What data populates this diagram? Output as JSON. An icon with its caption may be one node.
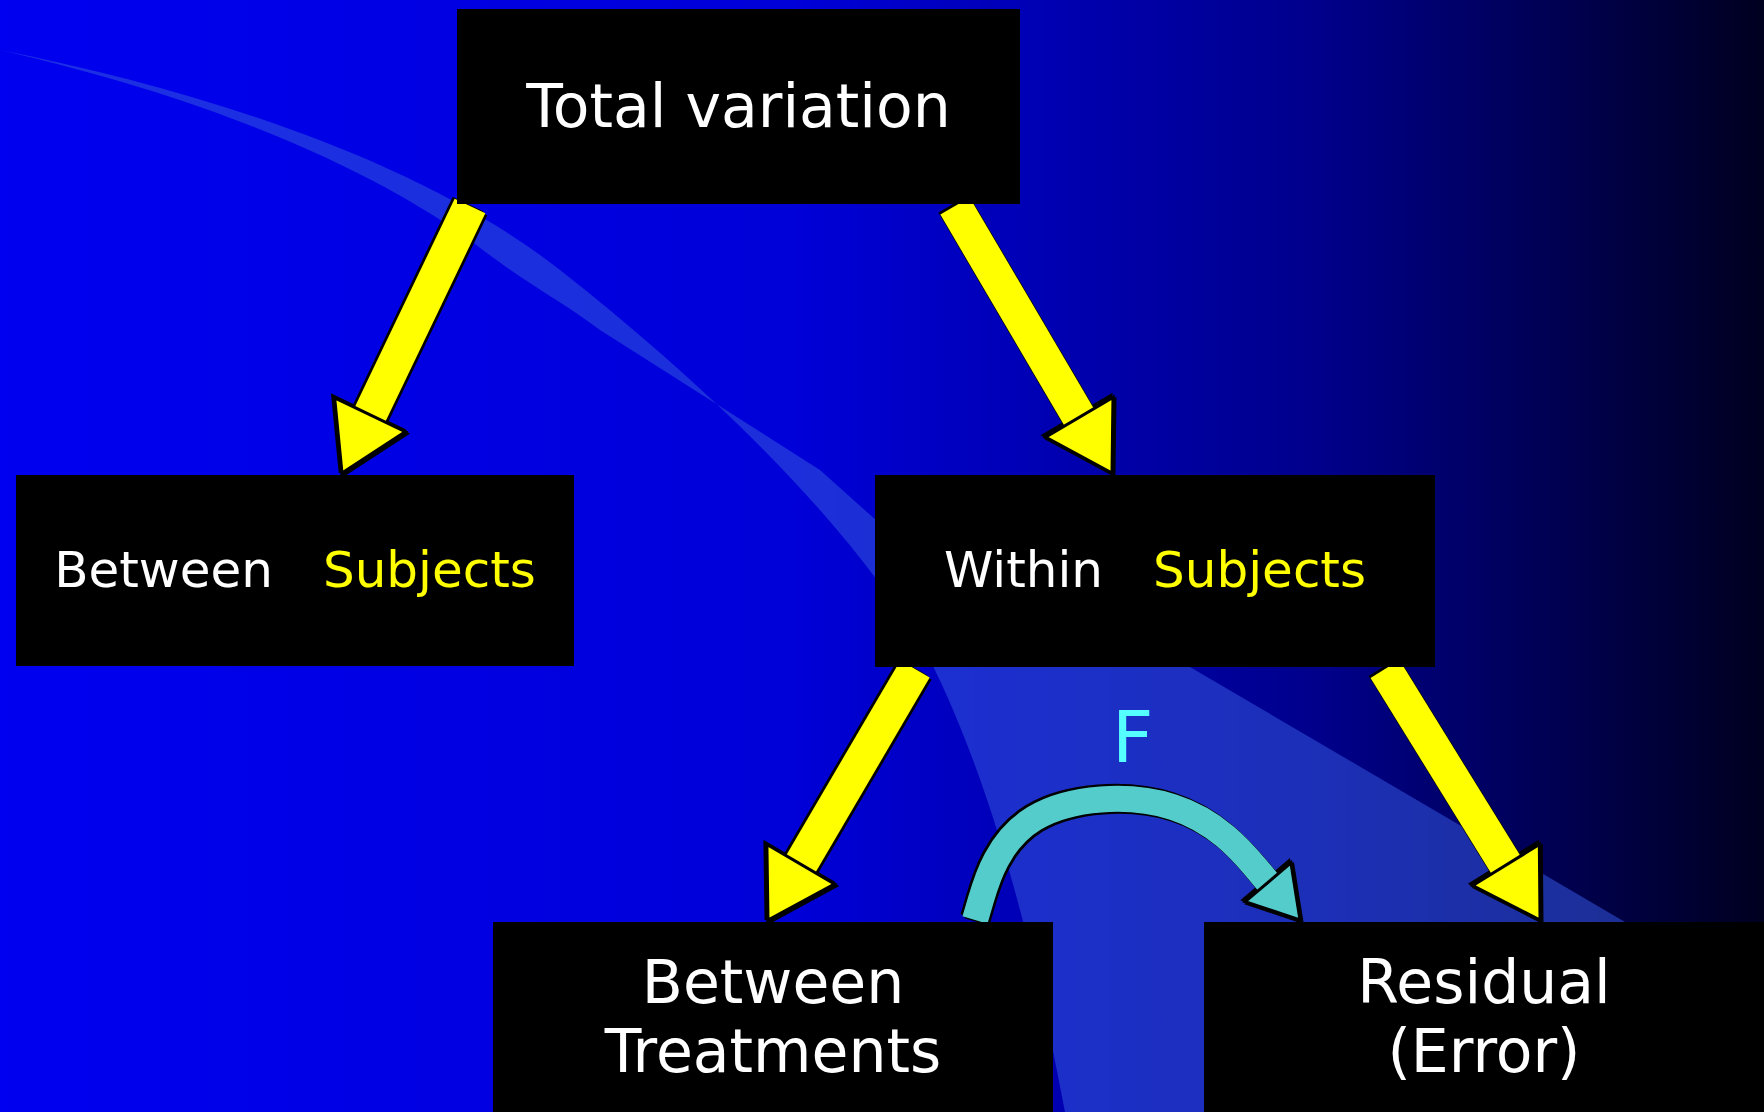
{
  "diagram": {
    "nodes": [
      {
        "text": [
          "Total variation"
        ]
      },
      {
        "text": [
          "Between",
          "Subjects"
        ]
      },
      {
        "text": [
          "Within",
          "Subjects"
        ]
      },
      {
        "text": [
          "Between Treatments"
        ]
      },
      {
        "text": [
          "Residual (Error)"
        ]
      }
    ],
    "edges": [
      {
        "from": 0,
        "to": 1,
        "arrow": "to"
      },
      {
        "from": 0,
        "to": 2,
        "arrow": "to"
      },
      {
        "from": 2,
        "to": 3,
        "arrow": "to"
      },
      {
        "from": 2,
        "to": 4,
        "arrow": "to"
      },
      {
        "from": 3,
        "to": 4,
        "arrow": "to",
        "label": "F",
        "color": "#55cccc"
      }
    ]
  }
}
